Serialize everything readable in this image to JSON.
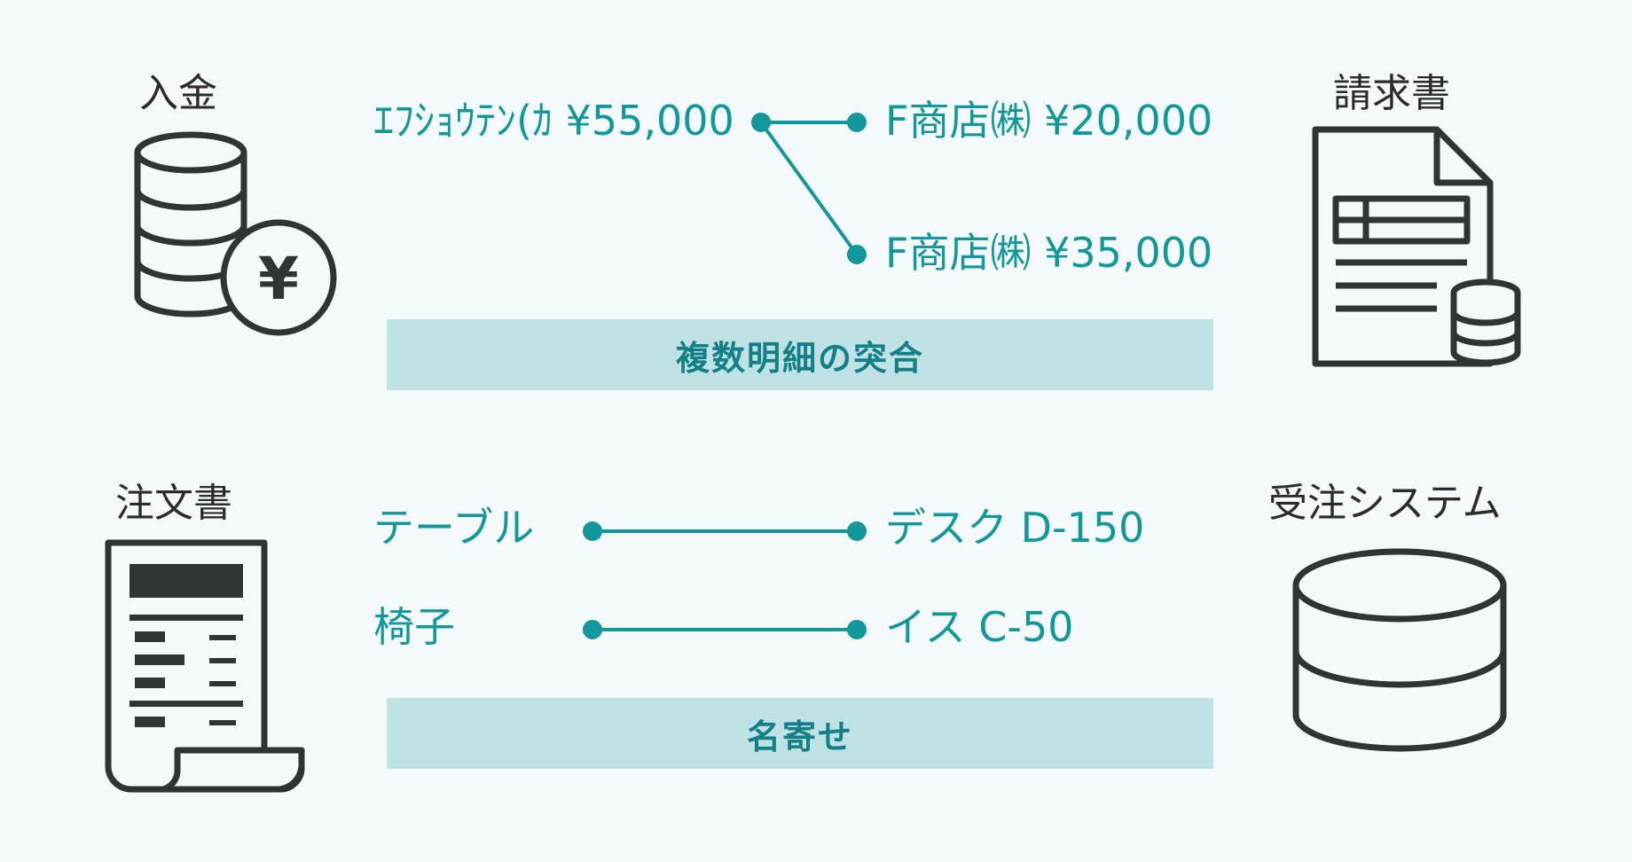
{
  "sections": {
    "top": {
      "left_icon_label": "入金",
      "right_icon_label": "請求書",
      "payment": "ｴﾌｼｮｳﾃﾝ(ｶ ¥55,000",
      "invoices": [
        "F商店㈱ ¥20,000",
        "F商店㈱ ¥35,000"
      ],
      "band_label": "複数明細の突合"
    },
    "bottom": {
      "left_icon_label": "注文書",
      "right_icon_label": "受注システム",
      "pairs": [
        {
          "from": "テーブル",
          "to": "デスク D-150"
        },
        {
          "from": "椅子",
          "to": "イス C-50"
        }
      ],
      "band_label": "名寄せ"
    }
  },
  "icons": {
    "deposit": "coins-yen-icon",
    "invoice": "invoice-document-database-icon",
    "order": "order-receipt-icon",
    "system": "database-icon"
  },
  "colors": {
    "teal": "#12979a",
    "band": "#bfe2e5",
    "band_text": "#147f86",
    "icon": "#2f3437",
    "background": "#f4f9fc"
  }
}
